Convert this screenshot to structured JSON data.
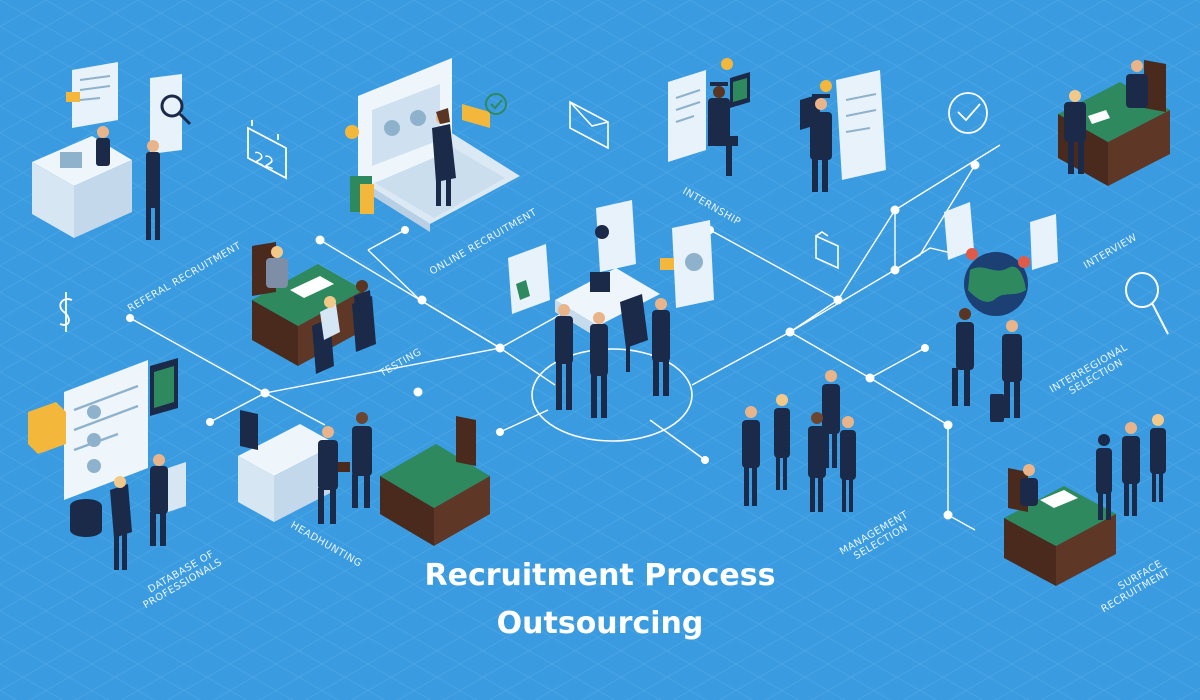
{
  "title": {
    "line1": "Recruitment Process",
    "line2": "Outsourcing"
  },
  "labels": {
    "referral": "Referal recruitment",
    "online": "Online recruitment",
    "internship": "Internship",
    "interview": "Interview",
    "testing": "Testing",
    "interregional_1": "Interregional",
    "interregional_2": "selection",
    "database_1": "Database of",
    "database_2": "professionals",
    "headhunting": "Headhunting",
    "management_1": "Management",
    "management_2": "selection",
    "surface_1": "Surface",
    "surface_2": "recruitment"
  },
  "calendar_day": "22",
  "colors": {
    "background": "#3a9be0",
    "grid": "#5aaee8",
    "line": "#ffffff",
    "desk_top": "#2e8a5e",
    "desk_body": "#4a2a1c",
    "suit": "#1c2a4a",
    "skin": "#e9b48a",
    "paper": "#e8f2fb",
    "folder": "#f3b73c"
  },
  "icons": [
    "calendar-icon",
    "dollar-icon",
    "envelope-icon",
    "checkmark-icon",
    "folder-icon",
    "magnifier-icon",
    "lightbulb-icon",
    "globe-icon"
  ]
}
